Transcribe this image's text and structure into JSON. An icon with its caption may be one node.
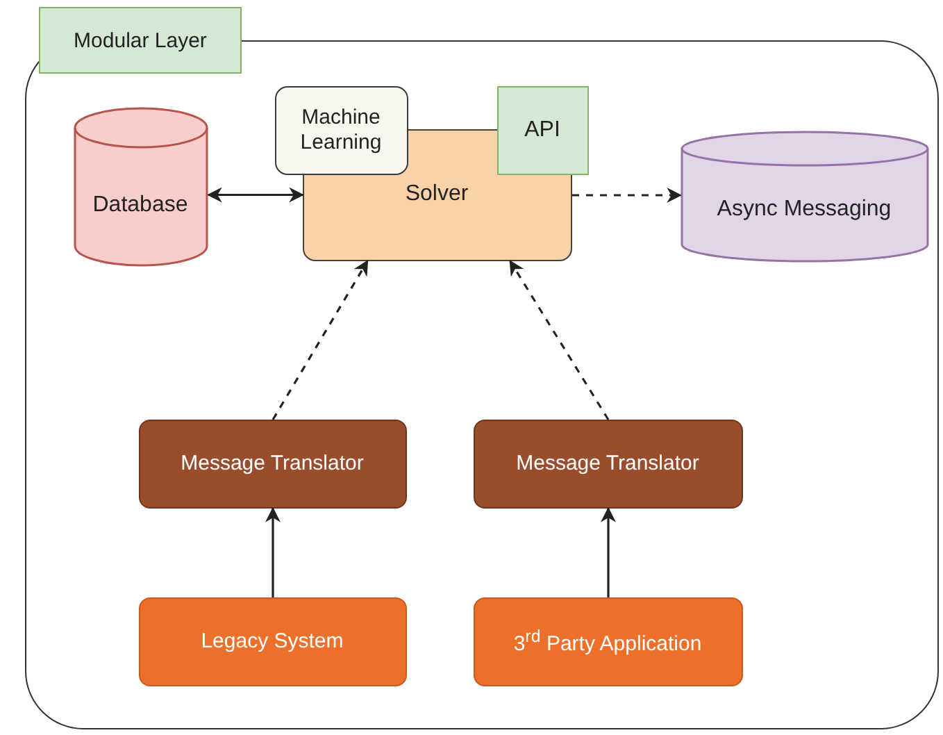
{
  "diagram": {
    "nodes": [
      {
        "text": [
          "Modular Layer"
        ]
      },
      {
        "text": [
          "Database"
        ],
        "in": 0
      },
      {
        "text": [
          "Solver"
        ],
        "in": 0
      },
      {
        "text": [
          "Machine Learning"
        ],
        "in": 0
      },
      {
        "text": [
          "API"
        ],
        "in": 0
      },
      {
        "text": [
          "Async Messaging"
        ],
        "in": 0
      },
      {
        "text": [
          "Message Translator"
        ],
        "in": 0
      },
      {
        "text": [
          "Message Translator"
        ],
        "in": 0
      },
      {
        "text": [
          "Legacy System"
        ],
        "in": 0
      },
      {
        "text": [
          "3$^{rd}$ Party Application"
        ],
        "in": 0
      }
    ],
    "edges": [
      {
        "from": 1,
        "to": 2,
        "arrow": "both"
      },
      {
        "from": 2,
        "to": 5,
        "arrow": "to",
        "style": "dashed"
      },
      {
        "from": 6,
        "to": 2,
        "arrow": "to",
        "style": "dashed"
      },
      {
        "from": 7,
        "to": 2,
        "arrow": "to",
        "style": "dashed"
      },
      {
        "from": 8,
        "to": 6,
        "arrow": "to"
      },
      {
        "from": 9,
        "to": 7,
        "arrow": "to"
      }
    ]
  }
}
